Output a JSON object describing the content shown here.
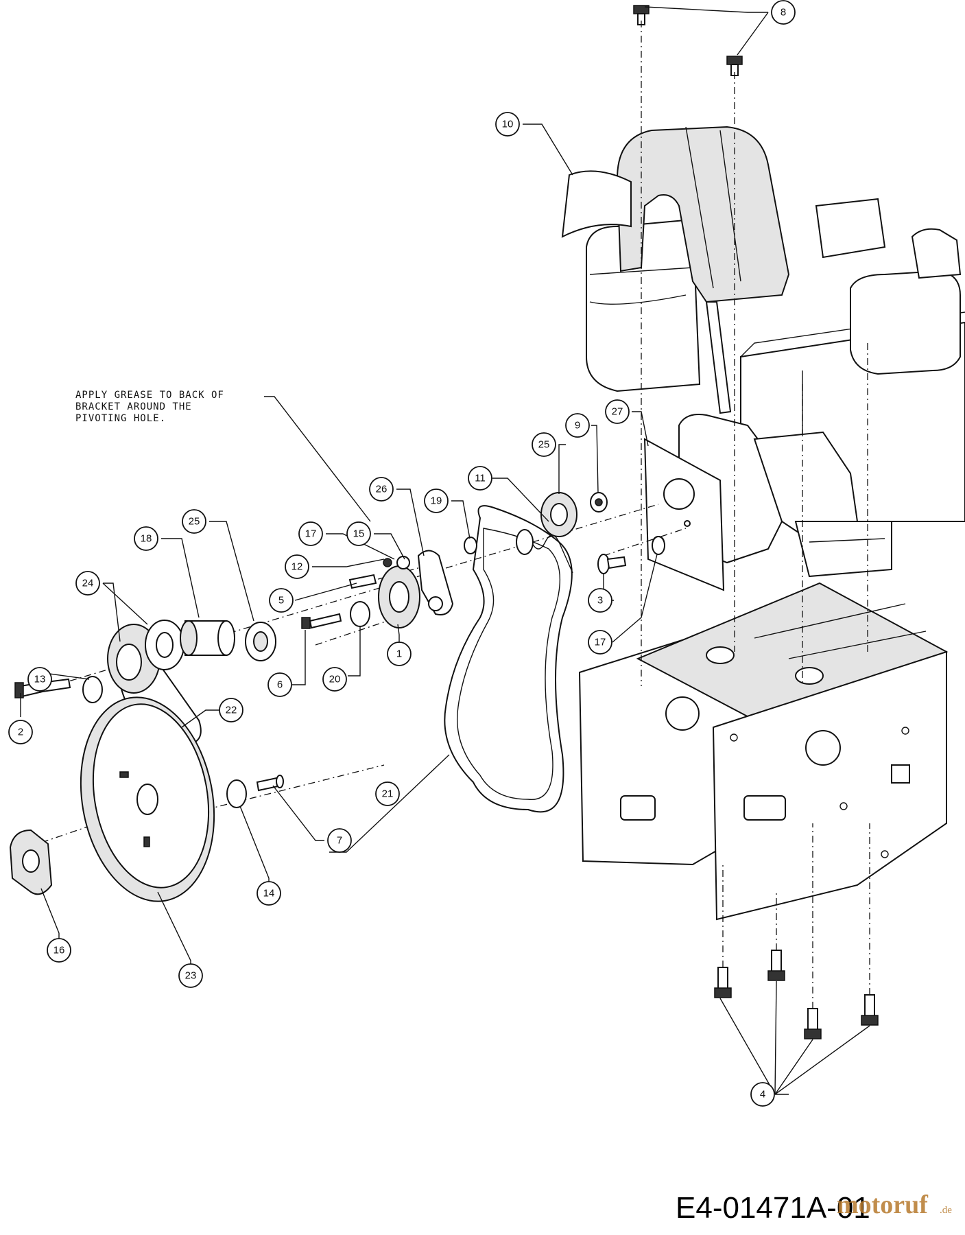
{
  "diagram_code": "E4-01471A-01",
  "note": [
    "APPLY GREASE TO BACK OF",
    "BRACKET AROUND THE",
    "PIVOTING HOLE."
  ],
  "watermark": {
    "main": "motoruf",
    "suffix": ".de",
    "color": "#b77a2d"
  },
  "callouts": [
    {
      "id": "c1",
      "label": "1"
    },
    {
      "id": "c2",
      "label": "2"
    },
    {
      "id": "c3",
      "label": "3"
    },
    {
      "id": "c4",
      "label": "4"
    },
    {
      "id": "c5",
      "label": "5"
    },
    {
      "id": "c6",
      "label": "6"
    },
    {
      "id": "c7",
      "label": "7"
    },
    {
      "id": "c8",
      "label": "8"
    },
    {
      "id": "c9",
      "label": "9"
    },
    {
      "id": "c10",
      "label": "10"
    },
    {
      "id": "c11",
      "label": "11"
    },
    {
      "id": "c12",
      "label": "12"
    },
    {
      "id": "c13",
      "label": "13"
    },
    {
      "id": "c14",
      "label": "14"
    },
    {
      "id": "c15",
      "label": "15"
    },
    {
      "id": "c16",
      "label": "16"
    },
    {
      "id": "c17a",
      "label": "17"
    },
    {
      "id": "c17b",
      "label": "17"
    },
    {
      "id": "c18",
      "label": "18"
    },
    {
      "id": "c19",
      "label": "19"
    },
    {
      "id": "c20",
      "label": "20"
    },
    {
      "id": "c21",
      "label": "21"
    },
    {
      "id": "c22",
      "label": "22"
    },
    {
      "id": "c23",
      "label": "23"
    },
    {
      "id": "c24",
      "label": "24"
    },
    {
      "id": "c25a",
      "label": "25"
    },
    {
      "id": "c25b",
      "label": "25"
    },
    {
      "id": "c26",
      "label": "26"
    },
    {
      "id": "c27",
      "label": "27"
    }
  ]
}
